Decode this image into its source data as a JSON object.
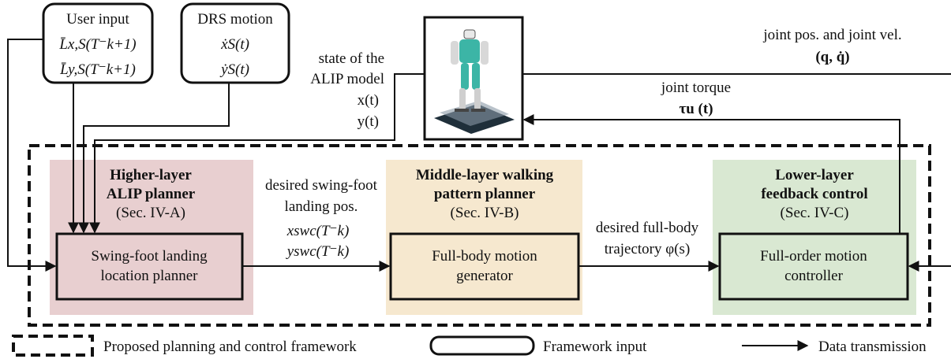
{
  "colors": {
    "higher_layer_bg": "#e8cfd0",
    "middle_layer_bg": "#f6e8cf",
    "lower_layer_bg": "#d9e8d2",
    "robot_body": "#3cb5a6",
    "line": "#111111"
  },
  "inputs": {
    "user_input": {
      "title": "User input",
      "line1": "L̄x,S(T⁻k+1)",
      "line2": "L̄y,S(T⁻k+1)"
    },
    "drs_motion": {
      "title": "DRS motion",
      "line1": "ẋS(t)",
      "line2": "ẏS(t)"
    }
  },
  "robot_labels": {
    "state_l1": "state of the",
    "state_l2": "ALIP model",
    "state_x": "x(t)",
    "state_y": "y(t)",
    "joint_pos_vel": "joint pos. and joint vel.",
    "q_qdot": "(q, q̇)",
    "joint_torque": "joint torque",
    "tau": "τu (t)"
  },
  "higher_layer": {
    "title1": "Higher-layer",
    "title2": "ALIP planner",
    "section": "(Sec. IV-A)",
    "box_l1": "Swing-foot landing",
    "box_l2": "location planner"
  },
  "middle_layer": {
    "title1": "Middle-layer walking",
    "title2": "pattern planner",
    "section": "(Sec. IV-B)",
    "box_l1": "Full-body motion",
    "box_l2": "generator"
  },
  "lower_layer": {
    "title1": "Lower-layer",
    "title2": "feedback control",
    "section": "(Sec. IV-C)",
    "box_l1": "Full-order motion",
    "box_l2": "controller"
  },
  "edges": {
    "swing_l1": "desired swing-foot",
    "swing_l2": "landing pos.",
    "swing_x": "xswc(T⁻k)",
    "swing_y": "yswc(T⁻k)",
    "traj_l1": "desired full-body",
    "traj_l2": "trajectory φ(s)"
  },
  "legend": {
    "framework": "Proposed planning and control framework",
    "input": "Framework input",
    "data": "Data transmission"
  }
}
